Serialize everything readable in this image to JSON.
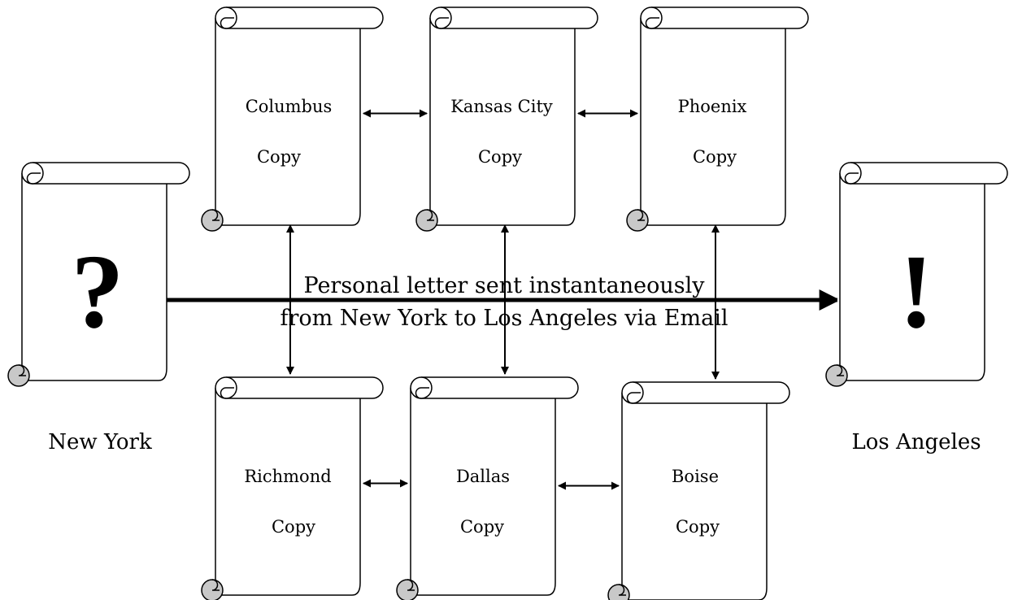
{
  "scrolls": [
    {
      "id": "new-york",
      "symbol": "?"
    },
    {
      "id": "los-angeles",
      "symbol": "!"
    },
    {
      "id": "columbus",
      "title": "Columbus",
      "subtitle": "Copy"
    },
    {
      "id": "kansas-city",
      "title": "Kansas City",
      "subtitle": "Copy"
    },
    {
      "id": "phoenix",
      "title": "Phoenix",
      "subtitle": "Copy"
    },
    {
      "id": "richmond",
      "title": "Richmond",
      "subtitle": "Copy"
    },
    {
      "id": "dallas",
      "title": "Dallas",
      "subtitle": "Copy"
    },
    {
      "id": "boise",
      "title": "Boise",
      "subtitle": "Copy"
    }
  ],
  "city_labels": {
    "origin": "New York",
    "destination": "Los Angeles"
  },
  "message": {
    "line1": "Personal letter sent instantaneously",
    "line2": "from New York to Los Angeles via Email"
  },
  "connections": [
    {
      "from": "columbus",
      "to": "kansas-city"
    },
    {
      "from": "kansas-city",
      "to": "phoenix"
    },
    {
      "from": "richmond",
      "to": "dallas"
    },
    {
      "from": "dallas",
      "to": "boise"
    },
    {
      "from": "columbus",
      "to": "richmond"
    },
    {
      "from": "kansas-city",
      "to": "dallas"
    },
    {
      "from": "phoenix",
      "to": "boise"
    },
    {
      "from": "new-york",
      "to": "los-angeles",
      "style": "bold",
      "direction": "one-way"
    }
  ]
}
